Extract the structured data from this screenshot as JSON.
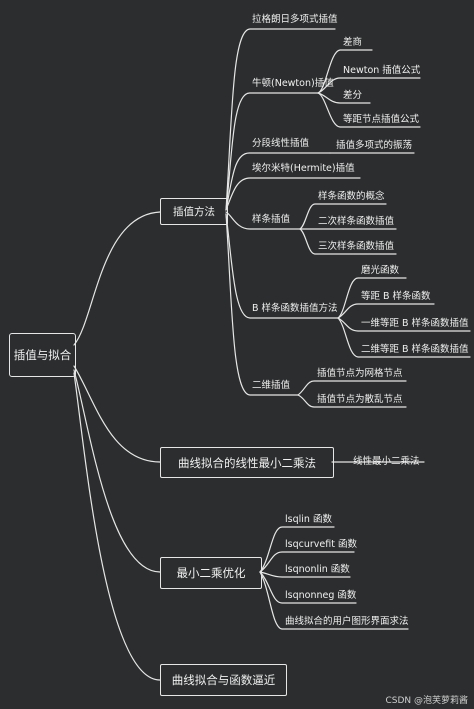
{
  "root": "插值与拟合",
  "branches": {
    "interp": {
      "label": "插值方法",
      "lagrange": "拉格朗日多项式插值",
      "newton": {
        "label": "牛顿(Newton)插值",
        "children": [
          "差商",
          "Newton 插值公式",
          "差分",
          "等距节点插值公式"
        ]
      },
      "piecewise": {
        "label": "分段线性插值",
        "child": "插值多项式的振荡"
      },
      "hermite": "埃尔米特(Hermite)插值",
      "spline": {
        "label": "样条插值",
        "children": [
          "样条函数的概念",
          "二次样条函数插值",
          "三次样条函数插值"
        ]
      },
      "bspline": {
        "label": "B 样条函数插值方法",
        "children": [
          "磨光函数",
          "等距 B 样条函数",
          "一维等距 B 样条函数插值",
          "二维等距 B 样条函数插值"
        ]
      },
      "twod": {
        "label": "二维插值",
        "children": [
          "插值节点为网格节点",
          "插值节点为散乱节点"
        ]
      }
    },
    "linfit": {
      "label": "曲线拟合的线性最小二乘法",
      "child": "线性最小二乘法"
    },
    "lsq": {
      "label": "最小二乘优化",
      "children": [
        "lsqlin 函数",
        "lsqcurvefit 函数",
        "lsqnonlin 函数",
        "lsqnonneg 函数",
        "曲线拟合的用户图形界面求法"
      ]
    },
    "approx": {
      "label": "曲线拟合与函数逼近"
    }
  },
  "credit": "CSDN @泡芙萝莉酱",
  "colors": {
    "background": "#2b2d2e",
    "line": "#e6e6e6",
    "text": "#f0f0f0"
  }
}
